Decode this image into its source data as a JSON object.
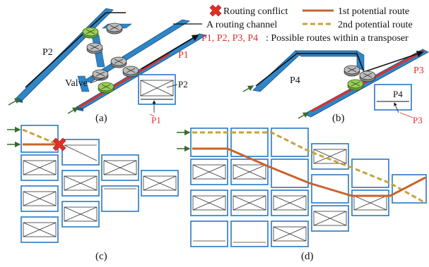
{
  "legend": {
    "conflict": "Routing conflict",
    "route1": "1st potential route",
    "route2": "2nd potential route",
    "channel": "A routing channel",
    "paths_desc_prefix": "P1, P2, P3, P4",
    "paths_desc_suffix": ": Possible routes within a transposer"
  },
  "labels": {
    "p1": "P1",
    "p2": "P2",
    "p3": "P3",
    "p4": "P4",
    "valve": "Valve",
    "sub_a": "(a)",
    "sub_b": "(b)",
    "sub_c": "(c)",
    "sub_d": "(d)"
  },
  "colors": {
    "channel_blue": "#2e86c8",
    "route_orange": "#c8632b",
    "route_dash": "#c9a23a",
    "conflict_red": "#e0302a",
    "box_blue": "#2a78c2",
    "label_red": "#e0302a",
    "arrow_green": "#3a6b2a"
  }
}
